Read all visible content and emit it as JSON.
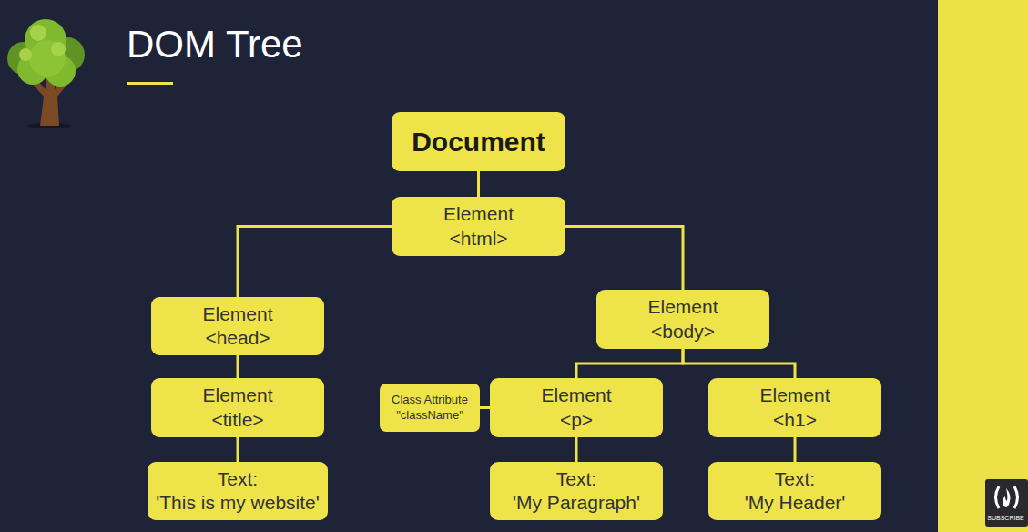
{
  "diagram": {
    "title": "DOM Tree",
    "nodes": [
      {
        "text": [
          "Document"
        ]
      },
      {
        "text": [
          "Element",
          "<html>"
        ]
      },
      {
        "text": [
          "Element",
          "<head>"
        ]
      },
      {
        "text": [
          "Element",
          "<body>"
        ]
      },
      {
        "text": [
          "Element",
          "<title>"
        ]
      },
      {
        "text": [
          "Class Attribute",
          "\"className\""
        ]
      },
      {
        "text": [
          "Element",
          "<p>"
        ]
      },
      {
        "text": [
          "Element",
          "<h1>"
        ]
      },
      {
        "text": [
          "Text:",
          "'This is my website'"
        ]
      },
      {
        "text": [
          "Text:",
          "'My Paragraph'"
        ]
      },
      {
        "text": [
          "Text:",
          "'My Header'"
        ]
      }
    ],
    "edges": [
      {
        "from": 0,
        "to": 1,
        "arrow": "none"
      },
      {
        "from": 1,
        "to": 2,
        "arrow": "none"
      },
      {
        "from": 1,
        "to": 3,
        "arrow": "none"
      },
      {
        "from": 2,
        "to": 4,
        "arrow": "none"
      },
      {
        "from": 3,
        "to": 6,
        "arrow": "none"
      },
      {
        "from": 3,
        "to": 7,
        "arrow": "none"
      },
      {
        "from": 5,
        "to": 6,
        "arrow": "none"
      },
      {
        "from": 4,
        "to": 8,
        "arrow": "none"
      },
      {
        "from": 6,
        "to": 9,
        "arrow": "none"
      },
      {
        "from": 7,
        "to": 10,
        "arrow": "none"
      }
    ],
    "labels": [
      "SUBSCRIBE"
    ]
  }
}
